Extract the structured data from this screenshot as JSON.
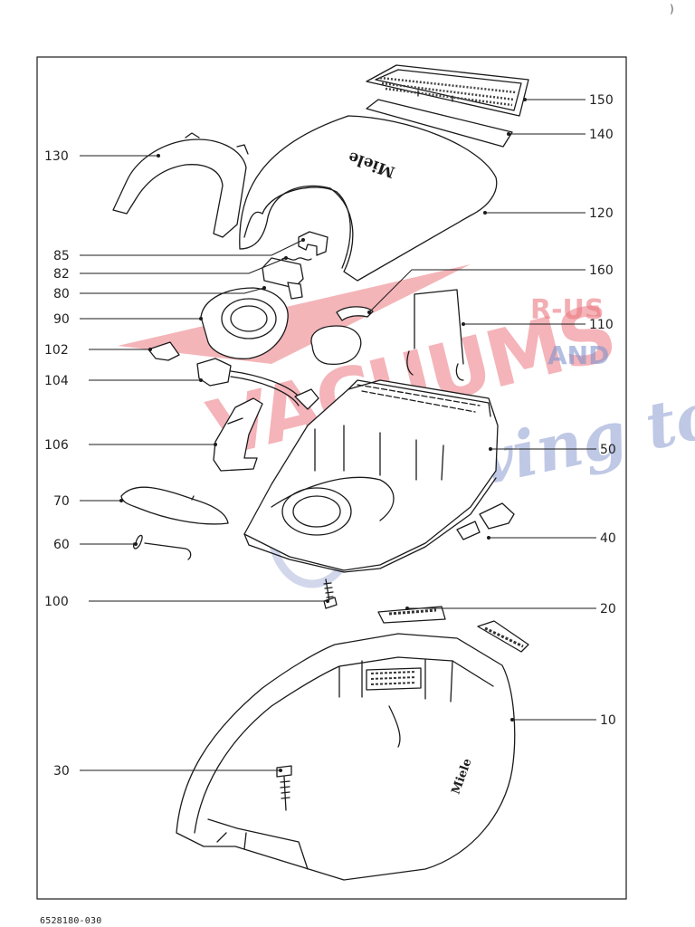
{
  "diagram": {
    "document_code": "6528180-030",
    "corner_mark": ")",
    "watermark": {
      "main": "VACUUMS",
      "sup": "R-US",
      "and": "AND",
      "script": "Sewing too",
      "colors": {
        "red": "#e8606a",
        "blue": "#6b7fc4",
        "ring": "#8a97cf"
      }
    },
    "brand_marks": {
      "lid": "Miele",
      "body": "Miele"
    },
    "callouts": {
      "n150": "150",
      "n140": "140",
      "n120": "120",
      "n160": "160",
      "n110": "110",
      "n50": "50",
      "n40": "40",
      "n20": "20",
      "n10": "10",
      "n130": "130",
      "n85": "85",
      "n82": "82",
      "n80": "80",
      "n90": "90",
      "n102": "102",
      "n104": "104",
      "n106": "106",
      "n70": "70",
      "n60": "60",
      "n100": "100",
      "n30": "30"
    }
  }
}
